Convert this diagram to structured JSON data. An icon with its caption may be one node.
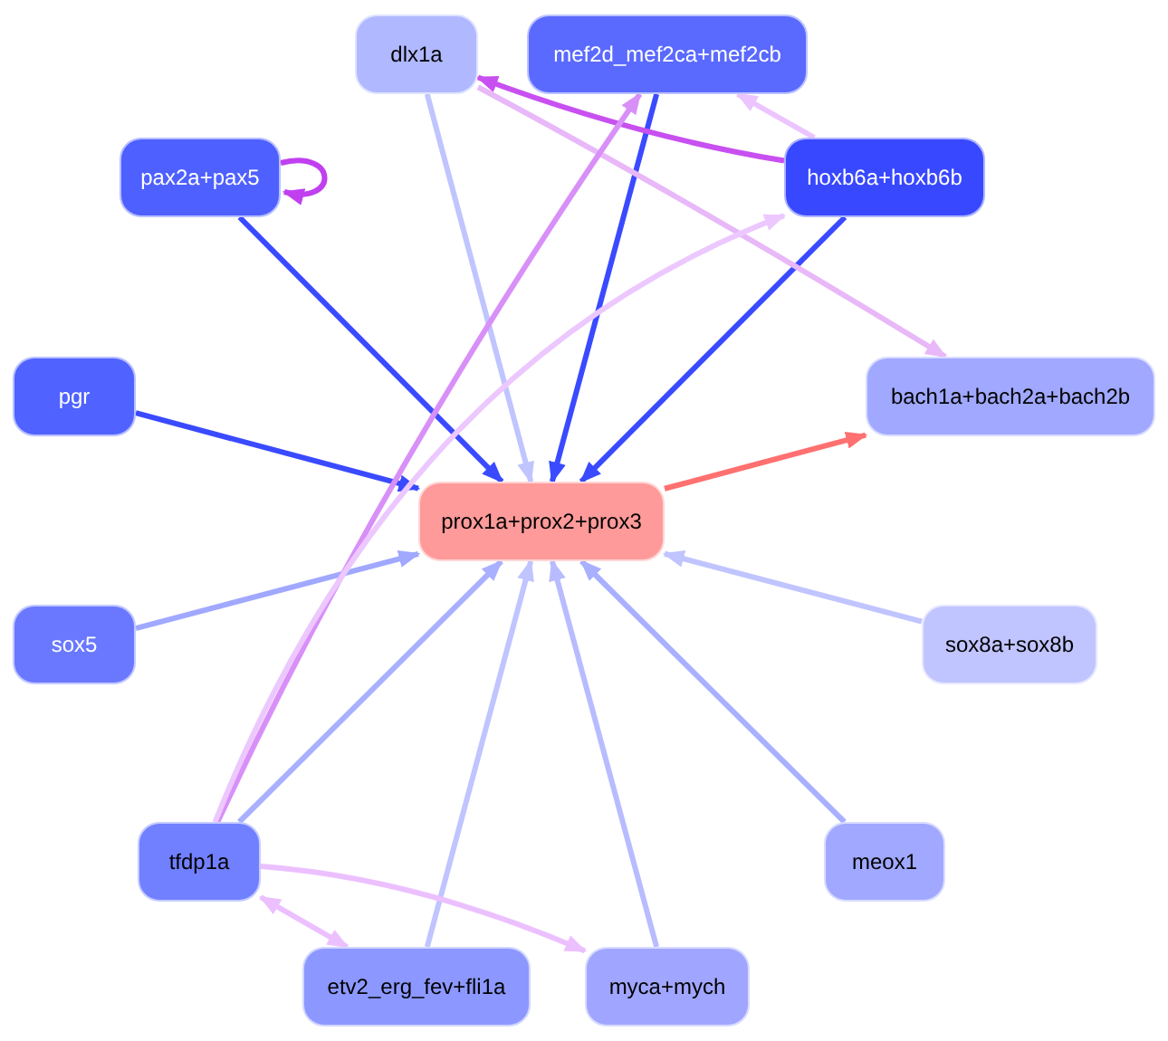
{
  "diagram": {
    "nodes": [
      {
        "text": [
          "dlx1a"
        ]
      },
      {
        "text": [
          "mef2d_mef2ca+mef2cb"
        ]
      },
      {
        "text": [
          "pax2a+pax5"
        ]
      },
      {
        "text": [
          "hoxb6a+hoxb6b"
        ]
      },
      {
        "text": [
          "pgr"
        ]
      },
      {
        "text": [
          "bach1a+bach2a+bach2b"
        ]
      },
      {
        "text": [
          "prox1a+prox2+prox3"
        ]
      },
      {
        "text": [
          "sox5"
        ]
      },
      {
        "text": [
          "sox8a+sox8b"
        ]
      },
      {
        "text": [
          "tfdp1a"
        ]
      },
      {
        "text": [
          "meox1"
        ]
      },
      {
        "text": [
          "etv2_erg_fev+fli1a"
        ]
      },
      {
        "text": [
          "myca+mych"
        ]
      }
    ],
    "edges": [
      {
        "from": 0,
        "to": 6,
        "arrow": "to",
        "color": "#c0c4ff"
      },
      {
        "from": 1,
        "to": 6,
        "arrow": "to",
        "color": "#3a4aff"
      },
      {
        "from": 2,
        "to": 2,
        "arrow": "to",
        "color": "#c040f0"
      },
      {
        "from": 2,
        "to": 6,
        "arrow": "to",
        "color": "#3a4aff"
      },
      {
        "from": 3,
        "to": 6,
        "arrow": "to",
        "color": "#3a4aff"
      },
      {
        "from": 3,
        "to": 0,
        "arrow": "to",
        "color": "#c850f0"
      },
      {
        "from": 3,
        "to": 1,
        "arrow": "to",
        "color": "#ecc4ff"
      },
      {
        "from": 0,
        "to": 5,
        "arrow": "to",
        "color": "#e8b8f8"
      },
      {
        "from": 4,
        "to": 6,
        "arrow": "to",
        "color": "#3a4aff"
      },
      {
        "from": 6,
        "to": 5,
        "arrow": "to",
        "color": "#ff7070"
      },
      {
        "from": 7,
        "to": 6,
        "arrow": "to",
        "color": "#a0a8ff"
      },
      {
        "from": 8,
        "to": 6,
        "arrow": "to",
        "color": "#c0c4ff"
      },
      {
        "from": 9,
        "to": 6,
        "arrow": "to",
        "color": "#a8b0ff"
      },
      {
        "from": 9,
        "to": 1,
        "arrow": "to",
        "color": "#d890f8"
      },
      {
        "from": 9,
        "to": 3,
        "arrow": "to",
        "color": "#ecc8ff"
      },
      {
        "from": 10,
        "to": 6,
        "arrow": "to",
        "color": "#a8b0ff"
      },
      {
        "from": 11,
        "to": 6,
        "arrow": "to",
        "color": "#c0c4ff"
      },
      {
        "from": 12,
        "to": 6,
        "arrow": "to",
        "color": "#b8bcff"
      },
      {
        "from": 9,
        "to": 12,
        "arrow": "to",
        "color": "#ecc0ff"
      },
      {
        "from": 9,
        "to": 11,
        "arrow": "both",
        "color": "#ecc0ff"
      }
    ]
  }
}
